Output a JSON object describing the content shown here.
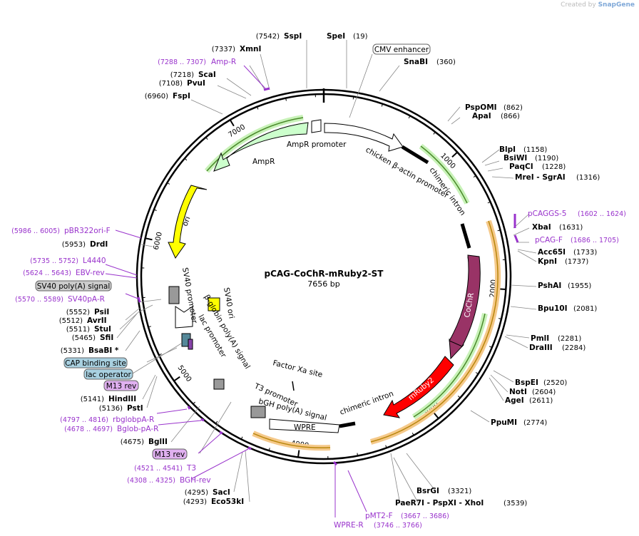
{
  "credit": {
    "prefix": "Created by",
    "brand": "SnapGene"
  },
  "plasmid": {
    "name": "pCAG-CoChR-mRuby2-ST",
    "size": "7656 bp",
    "length": 7656
  },
  "ticks": [
    "1000",
    "2000",
    "3000",
    "4000",
    "5000",
    "6000",
    "7000"
  ],
  "enzymes": [
    {
      "name": "SspI",
      "pos": "(7542)"
    },
    {
      "name": "SpeI",
      "pos": "(19)"
    },
    {
      "name": "XmnI",
      "pos": "(7337)"
    },
    {
      "name": "SnaBI",
      "pos": "(360)"
    },
    {
      "name": "ScaI",
      "pos": "(7218)"
    },
    {
      "name": "PvuI",
      "pos": "(7108)"
    },
    {
      "name": "FspI",
      "pos": "(6960)"
    },
    {
      "name": "PspOMI",
      "pos": "(862)"
    },
    {
      "name": "ApaI",
      "pos": "(866)"
    },
    {
      "name": "BlpI",
      "pos": "(1158)"
    },
    {
      "name": "BsiWI",
      "pos": "(1190)"
    },
    {
      "name": "PaqCI",
      "pos": "(1228)"
    },
    {
      "name": "MreI - SgrAI",
      "pos": "(1316)"
    },
    {
      "name": "XbaI",
      "pos": "(1631)"
    },
    {
      "name": "Acc65I",
      "pos": "(1733)"
    },
    {
      "name": "KpnI",
      "pos": "(1737)"
    },
    {
      "name": "PshAI",
      "pos": "(1955)"
    },
    {
      "name": "Bpu10I",
      "pos": "(2081)"
    },
    {
      "name": "PmlI",
      "pos": "(2281)"
    },
    {
      "name": "DraIII",
      "pos": "(2284)"
    },
    {
      "name": "BspEI",
      "pos": "(2520)"
    },
    {
      "name": "NotI",
      "pos": "(2604)"
    },
    {
      "name": "AgeI",
      "pos": "(2611)"
    },
    {
      "name": "PpuMI",
      "pos": "(2774)"
    },
    {
      "name": "BsrGI",
      "pos": "(3321)"
    },
    {
      "name": "PaeR7I - PspXI - XhoI",
      "pos": "(3539)"
    },
    {
      "name": "DrdI",
      "pos": "(5953)"
    },
    {
      "name": "PsiI",
      "pos": "(5552)"
    },
    {
      "name": "AvrII",
      "pos": "(5512)"
    },
    {
      "name": "StuI",
      "pos": "(5511)"
    },
    {
      "name": "SfiI",
      "pos": "(5465)"
    },
    {
      "name": "BsaBI *",
      "pos": "(5331)"
    },
    {
      "name": "HindIII",
      "pos": "(5141)"
    },
    {
      "name": "PstI",
      "pos": "(5136)"
    },
    {
      "name": "BglII",
      "pos": "(4675)"
    },
    {
      "name": "SacI",
      "pos": "(4295)"
    },
    {
      "name": "Eco53kI",
      "pos": "(4293)"
    }
  ],
  "primers": [
    {
      "name": "Amp-R",
      "pos": "(7288 .. 7307)"
    },
    {
      "name": "pCAGGS-5",
      "pos": "(1602 .. 1624)"
    },
    {
      "name": "pCAG-F",
      "pos": "(1686 .. 1705)"
    },
    {
      "name": "pBR322ori-F",
      "pos": "(5986 .. 6005)"
    },
    {
      "name": "L4440",
      "pos": "(5735 .. 5752)"
    },
    {
      "name": "EBV-rev",
      "pos": "(5624 .. 5643)"
    },
    {
      "name": "SV40pA-R",
      "pos": "(5570 .. 5589)"
    },
    {
      "name": "rbglobpA-R",
      "pos": "(4797 .. 4816)"
    },
    {
      "name": "Bglob-pA-R",
      "pos": "(4678 .. 4697)"
    },
    {
      "name": "T3",
      "pos": "(4521 .. 4541)"
    },
    {
      "name": "BGH-rev",
      "pos": "(4308 .. 4325)"
    },
    {
      "name": "pMT2-F",
      "pos": "(3667 .. 3686)"
    },
    {
      "name": "WPRE-R",
      "pos": "(3746 .. 3766)"
    }
  ],
  "boxed_labels": [
    {
      "name": "CMV enhancer"
    },
    {
      "name": "SV40 poly(A) signal"
    },
    {
      "name": "CAP binding site"
    },
    {
      "name": "lac operator"
    },
    {
      "name": "M13 rev"
    },
    {
      "name": "M13 rev"
    }
  ],
  "features": [
    {
      "name": "AmpR promoter"
    },
    {
      "name": "AmpR"
    },
    {
      "name": "chicken β-actin promoter"
    },
    {
      "name": "chimeric intron"
    },
    {
      "name": "ori"
    },
    {
      "name": "CoChR"
    },
    {
      "name": "mRuby2"
    },
    {
      "name": "chimeric intron"
    },
    {
      "name": "WPRE"
    },
    {
      "name": "SV40 promoter"
    },
    {
      "name": "SV40 ori"
    },
    {
      "name": "β-globin poly(A) signal"
    },
    {
      "name": "lac promoter"
    },
    {
      "name": "Factor Xa site"
    },
    {
      "name": "T3 promoter"
    },
    {
      "name": "bGH poly(A) signal"
    }
  ],
  "colors": {
    "ampr_fill": "#ccffcc",
    "ori_fill": "#ffff00",
    "cochr_fill": "#993366",
    "mruby_fill": "#ff0000",
    "sv40ori_fill": "#ffff00",
    "orange_glow": "#f5c98a",
    "green_glow": "#c8f2b8",
    "primer": "#9933cc",
    "box_gray": "#cccccc",
    "box_blue": "#a8d0e0",
    "box_violet": "#e0b0f0"
  }
}
